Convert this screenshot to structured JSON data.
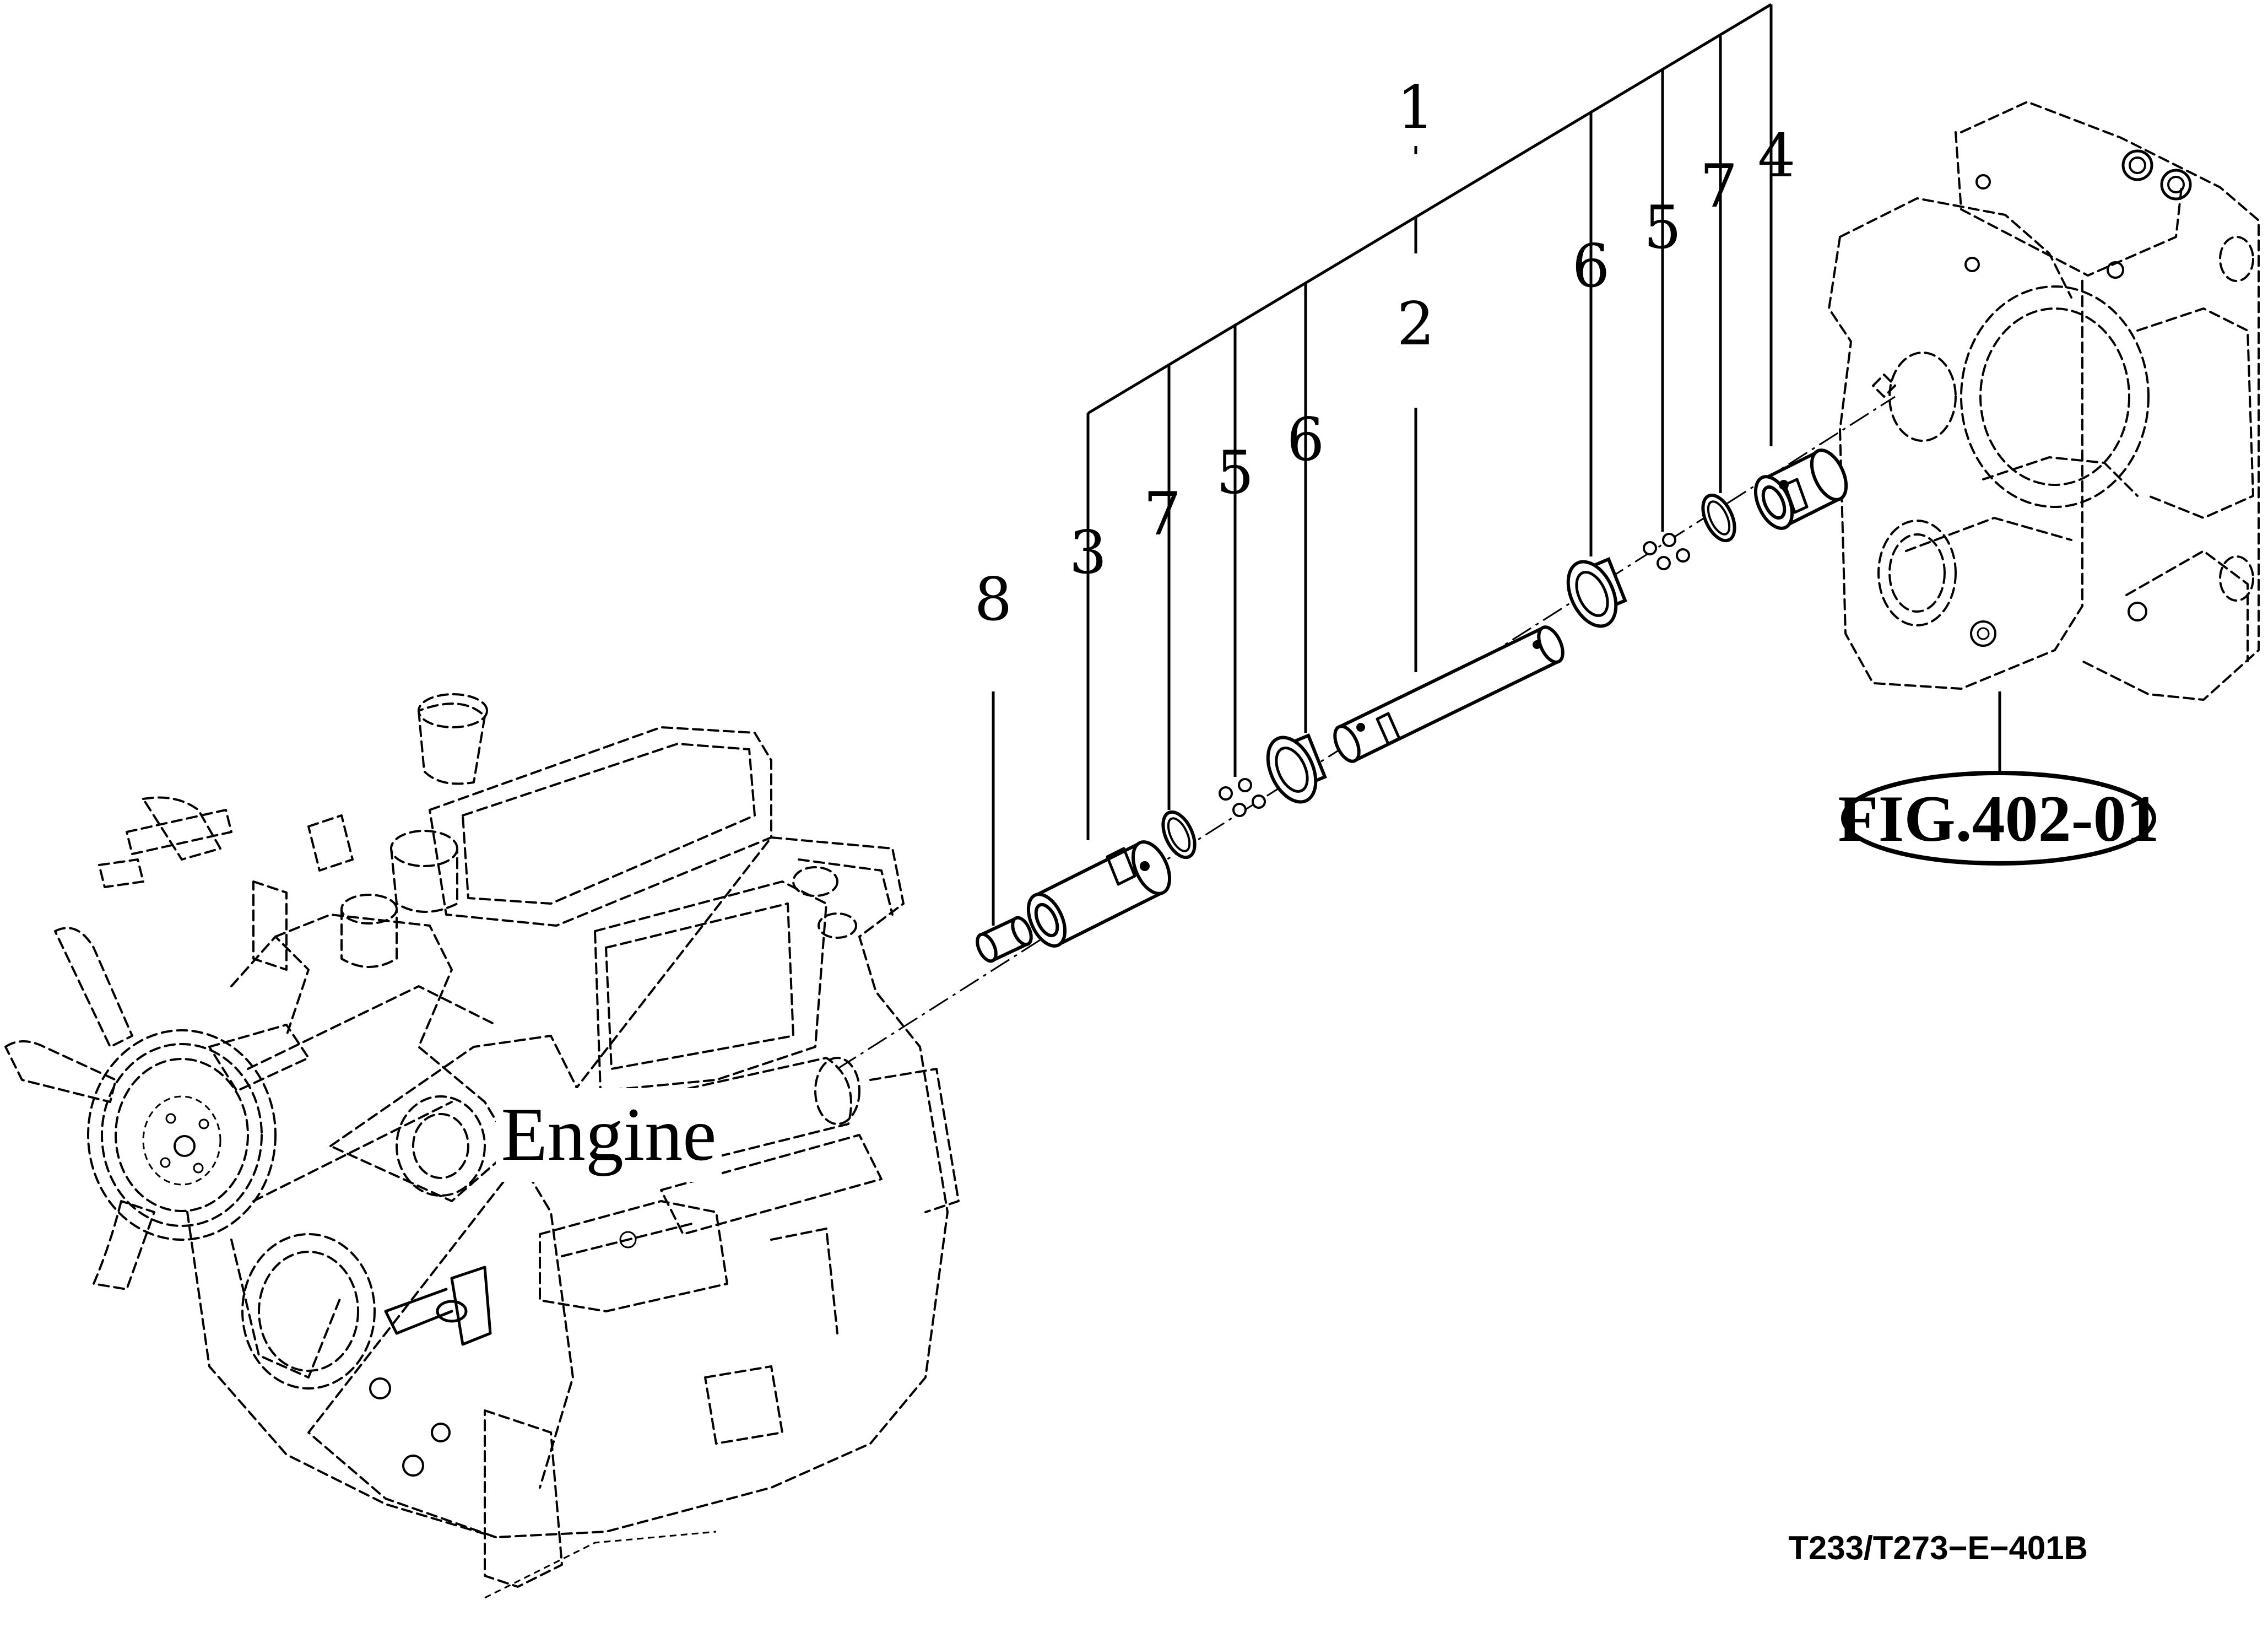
{
  "callouts": {
    "c1": "1",
    "c2": "2",
    "c3": "3",
    "c4": "4",
    "c5a": "5",
    "c5b": "5",
    "c6a": "6",
    "c6b": "6",
    "c7a": "7",
    "c7b": "7",
    "c8": "8"
  },
  "labels": {
    "engine": "Engine",
    "fig_ref": "FIG.402-01",
    "drawing_code": "T233/T273−E−401B"
  }
}
